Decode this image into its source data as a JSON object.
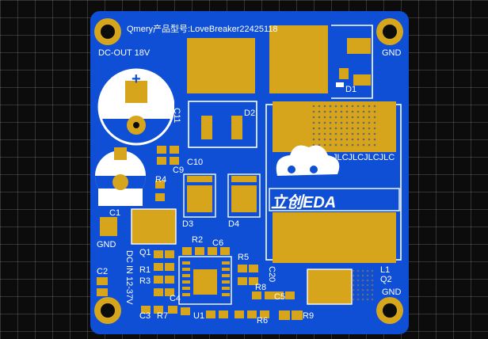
{
  "board": {
    "title": "Qmery产品型号:LoveBreaker22425118",
    "colors": {
      "board": "#0f4fd6",
      "copper": "#d6a51c",
      "silk": "#ffffff",
      "grid": "#0c0c0c"
    }
  },
  "labels": {
    "dc_out": "DC-OUT 18V",
    "gnd_top": "GND",
    "gnd_left": "GND",
    "gnd_bottom": "GND",
    "dc_in": "DC IN 12-37V",
    "c11": "C11",
    "c10": "C10",
    "c9": "C9",
    "c1": "C1",
    "c2": "C2",
    "c3": "C3",
    "c4": "C4",
    "c5": "C5",
    "c6": "C6",
    "c20": "C20",
    "r1": "R1",
    "r2": "R2",
    "r3": "R3",
    "r4": "R4",
    "r5": "R5",
    "r6": "R6",
    "r7": "R7",
    "r8": "R8",
    "r9": "R9",
    "d1": "D1",
    "d2": "D2",
    "d3": "D3",
    "d4": "D4",
    "q1": "Q1",
    "q2": "Q2",
    "l1": "L1",
    "u1": "U1",
    "jlc": "JLCJLCJLCJLC",
    "logo": "立创EDA",
    "plus": "+"
  }
}
